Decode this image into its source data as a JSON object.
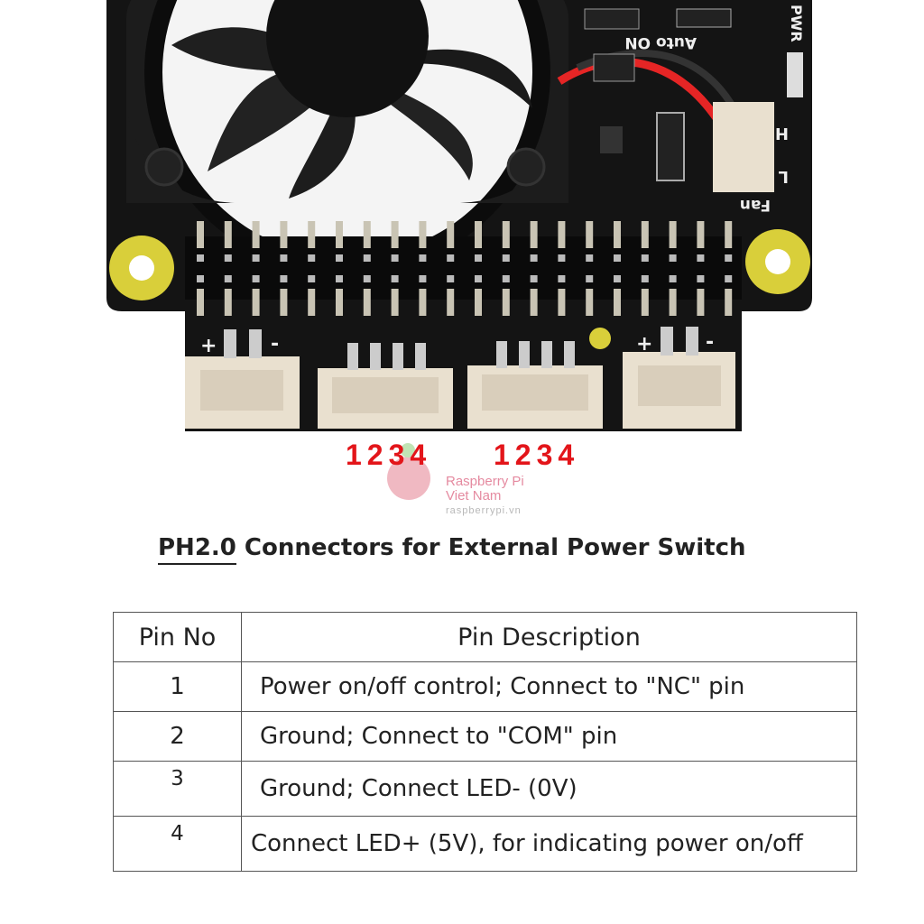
{
  "board": {
    "silkscreen": {
      "pwr": "PWR",
      "auto_on": "Auto ON",
      "h": "H",
      "l": "L",
      "fan": "Fan",
      "plus": "+",
      "minus": "-"
    },
    "pin_numbers_left": "1234",
    "pin_numbers_right": "1234",
    "watermark": {
      "line1": "Raspberry Pi",
      "line2": "Viet Nam",
      "url": "raspberrypi.vn"
    }
  },
  "section": {
    "title_underlined": "PH2.0",
    "title_rest": " Connectors for External Power Switch"
  },
  "table": {
    "headers": [
      "Pin No",
      "Pin Description"
    ],
    "rows": [
      {
        "pin": "1",
        "desc": "Power on/off control; Connect to \"NC\" pin"
      },
      {
        "pin": "2",
        "desc": "Ground; Connect to \"COM\" pin"
      },
      {
        "pin": "3",
        "desc": "Ground; Connect LED- (0V)"
      },
      {
        "pin": "4",
        "desc": "Connect LED+ (5V), for indicating power on/off"
      }
    ]
  },
  "colors": {
    "pcb": "#141414",
    "pin_label": "#e3151a",
    "wire_red": "#e52525",
    "connector": "#e9e0cf",
    "mount": "#d9cf3a"
  }
}
